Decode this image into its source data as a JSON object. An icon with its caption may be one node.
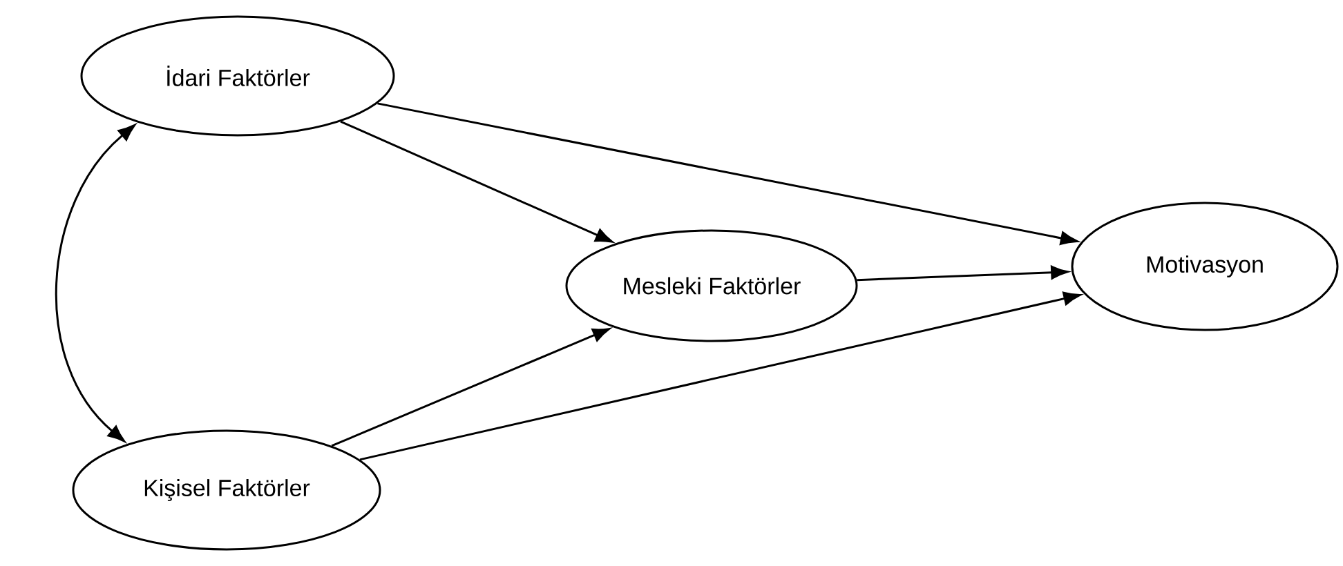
{
  "diagram": {
    "nodes": [
      {
        "text": [
          "İdari Faktörler"
        ]
      },
      {
        "text": [
          "Mesleki Faktörler"
        ]
      },
      {
        "text": [
          "Motivasyon"
        ]
      },
      {
        "text": [
          "Kişisel Faktörler"
        ]
      }
    ],
    "edges": [
      {
        "from": 0,
        "to": 1,
        "arrow": "to"
      },
      {
        "from": 0,
        "to": 2,
        "arrow": "to"
      },
      {
        "from": 1,
        "to": 2,
        "arrow": "to"
      },
      {
        "from": 3,
        "to": 1,
        "arrow": "to"
      },
      {
        "from": 3,
        "to": 2,
        "arrow": "to"
      },
      {
        "from": 0,
        "to": 3,
        "arrow": "both"
      }
    ]
  }
}
